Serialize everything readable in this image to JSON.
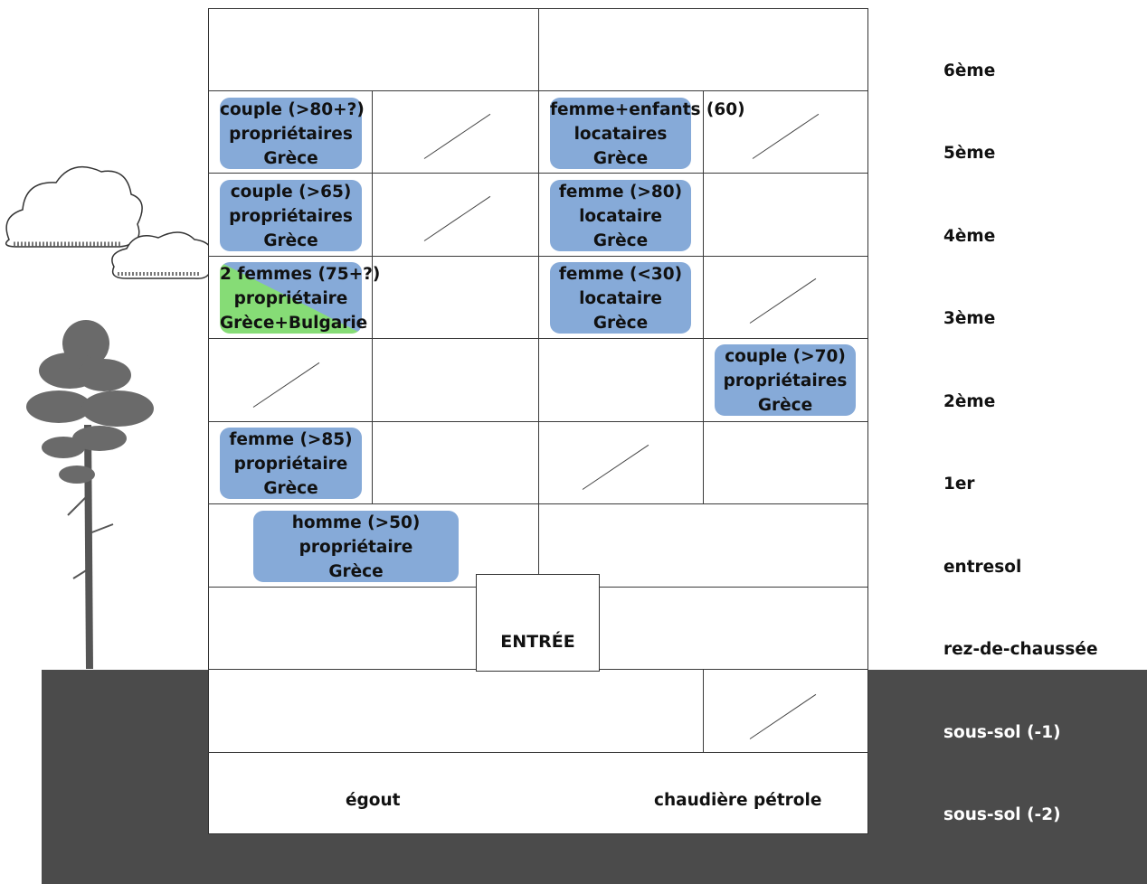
{
  "floors": [
    "6ème",
    "5ème",
    "4ème",
    "3ème",
    "2ème",
    "1er",
    "entresol",
    "rez-de-chaussée",
    "sous-sol (-1)",
    "sous-sol (-2)"
  ],
  "units": {
    "f5_left": [
      "couple (>80+?)",
      "propriétaires",
      "Grèce"
    ],
    "f5_right": [
      "femme+enfants (60)",
      "locataires",
      "Grèce"
    ],
    "f4_left": [
      "couple (>65)",
      "propriétaires",
      "Grèce"
    ],
    "f4_right": [
      "femme (>80)",
      "locataire",
      "Grèce"
    ],
    "f3_left": [
      "2 femmes (75+?)",
      "propriétaire",
      "Grèce+Bulgarie"
    ],
    "f3_right": [
      "femme (<30)",
      "locataire",
      "Grèce"
    ],
    "f2_right": [
      "couple (>70)",
      "propriétaires",
      "Grèce"
    ],
    "f1_left": [
      "femme (>85)",
      "propriétaire",
      "Grèce"
    ],
    "entresol": [
      "homme (>50)",
      "propriétaire",
      "Grèce"
    ]
  },
  "entree": "ENTRÉE",
  "basement": {
    "egout": "égout",
    "boiler": "chaudière pétrole"
  },
  "colors": {
    "box": "#86aad8",
    "box_secondary": "#86dc76",
    "ground": "#4b4b4b"
  },
  "icons": [
    "cloud-icon",
    "tree-icon"
  ]
}
